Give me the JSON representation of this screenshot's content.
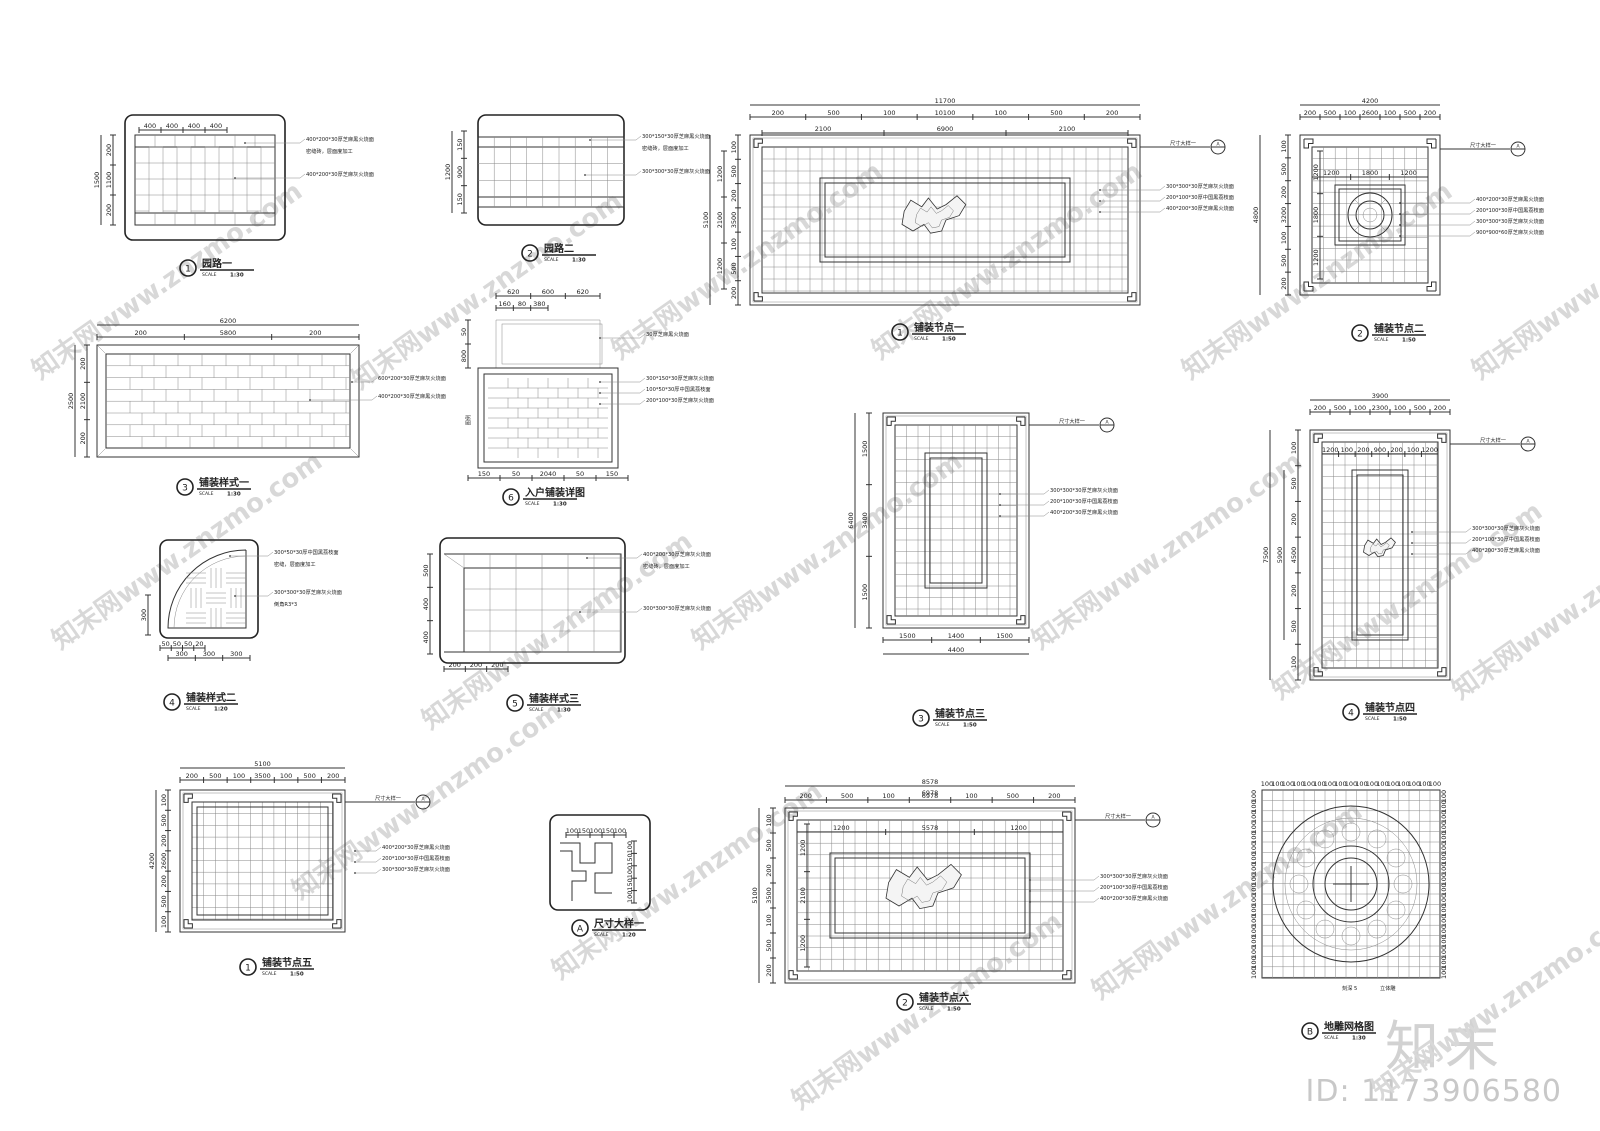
{
  "watermark": {
    "text": "知末网www.znzmo.com",
    "logo": "知末",
    "id_label": "ID: 1173906580"
  },
  "scale_label": "SCALE",
  "details": [
    {
      "key": "d1",
      "num": "1",
      "title": "园路一",
      "scale": "1:30",
      "dims": {
        "top": [
          "400",
          "400",
          "400",
          "400"
        ],
        "left": [
          "200",
          "1100",
          "200"
        ],
        "total_left": "1500"
      },
      "notes": [
        "400*200*30厚芝麻黑火烧面",
        "密缝砖，层面度加工",
        "400*200*30厚芝麻灰火烧面"
      ]
    },
    {
      "key": "d2",
      "num": "2",
      "title": "园路二",
      "scale": "1:30",
      "dims": {
        "left": [
          "150",
          "900",
          "150"
        ],
        "total_left": "1200"
      },
      "notes": [
        "300*150*30厚芝麻黑火烧面",
        "密缝砖，层面度加工",
        "300*300*30厚芝麻灰火烧面"
      ]
    },
    {
      "key": "d3",
      "num": "3",
      "title": "铺装样式一",
      "scale": "1:30",
      "dims": {
        "total_top": "6200",
        "top": [
          "200",
          "5800",
          "200"
        ],
        "left": [
          "200",
          "2100",
          "200"
        ],
        "total_left": "2500"
      },
      "notes": [
        "600*200*30厚芝麻灰火烧面",
        "400*200*30厚芝麻黑火烧面"
      ]
    },
    {
      "key": "d6",
      "num": "6",
      "title": "入户铺装详图",
      "scale": "1:30",
      "dims": {
        "top1": [
          "620",
          "600",
          "620"
        ],
        "top2": [
          "160",
          "80",
          "380"
        ],
        "left": [
          "50",
          "800"
        ],
        "bottom": [
          "150",
          "50",
          "2040",
          "50",
          "150"
        ],
        "side": "图例"
      },
      "notes": [
        "30厚芝麻黑火烧面",
        "300*150*30厚芝麻灰火烧面",
        "100*50*30厚中国黑荔枝面",
        "200*100*30厚芝麻灰火烧面"
      ]
    },
    {
      "key": "d4a",
      "num": "4",
      "title": "铺装样式二",
      "scale": "1:20",
      "dims": {
        "left": [
          "300"
        ],
        "bottom1": [
          "50",
          "50",
          "50",
          "20"
        ],
        "bottom2": [
          "300",
          "300",
          "300"
        ]
      },
      "notes": [
        "300*50*30厚中国黑荔枝面",
        "密缝，层面度加工",
        "300*300*30厚芝麻灰火烧面",
        "倒角R3*3"
      ]
    },
    {
      "key": "d5",
      "num": "5",
      "title": "铺装样式三",
      "scale": "1:30",
      "dims": {
        "left": [
          "500",
          "400",
          "400"
        ],
        "bottom": [
          "200",
          "200",
          "200"
        ]
      },
      "notes": [
        "400*200*30厚芝麻灰火烧面",
        "密缝砖，层面度加工",
        "300*300*30厚芝麻灰火烧面"
      ]
    },
    {
      "key": "n1",
      "num": "1",
      "title": "铺装节点一",
      "scale": "1:50",
      "dims": {
        "total_top": "11700",
        "top": [
          "200",
          "500",
          "100",
          "10100",
          "100",
          "500",
          "200"
        ],
        "inner": [
          "2100",
          "6900",
          "2100"
        ],
        "left": [
          "100",
          "500",
          "200",
          "3500",
          "100",
          "500",
          "200"
        ],
        "total_left": "5100",
        "inner_left": [
          "1200",
          "2100",
          "1200"
        ],
        "small": [
          "100",
          "100",
          "100"
        ]
      },
      "callout": "尺寸大样一",
      "callout_ref": "A",
      "notes": [
        "300*300*30厚芝麻灰火烧面",
        "200*100*30厚中国黑荔枝面",
        "400*200*30厚芝麻黑火烧面"
      ]
    },
    {
      "key": "n2",
      "num": "2",
      "title": "铺装节点二",
      "scale": "1:50",
      "dims": {
        "total_top": "4200",
        "top": [
          "200",
          "500",
          "100",
          "2600",
          "100",
          "500",
          "200"
        ],
        "inner": [
          "1200",
          "1800",
          "1200"
        ],
        "left": [
          "100",
          "500",
          "200",
          "3200",
          "100",
          "500",
          "200"
        ],
        "total_left": "4800",
        "inner_left": [
          "1200",
          "1800",
          "1200"
        ]
      },
      "callout": "尺寸大样一",
      "callout_ref": "A",
      "notes": [
        "400*200*30厚芝麻黑火烧面",
        "200*100*30厚中国黑荔枝面",
        "300*300*30厚芝麻灰火烧面",
        "900*900*60厚芝麻灰火烧面"
      ]
    },
    {
      "key": "n3",
      "num": "3",
      "title": "铺装节点三",
      "scale": "1:50",
      "dims": {
        "left": [
          "1500",
          "3400",
          "1500"
        ],
        "total_left": "6400",
        "bottom": [
          "1500",
          "1400",
          "1500"
        ],
        "total_bottom": "4400"
      },
      "callout": "尺寸大样一",
      "callout_ref": "A",
      "notes": [
        "300*300*30厚芝麻灰火烧面",
        "200*100*30厚中国黑荔枝面",
        "400*200*30厚芝麻黑火烧面"
      ]
    },
    {
      "key": "n4",
      "num": "4",
      "title": "铺装节点四",
      "scale": "1:50",
      "dims": {
        "total_top": "3900",
        "top": [
          "200",
          "500",
          "100",
          "2300",
          "100",
          "500",
          "200"
        ],
        "inner": [
          "1200",
          "100",
          "200",
          "900",
          "200",
          "100",
          "1200"
        ],
        "left": [
          "100",
          "500",
          "200",
          "4500",
          "200",
          "500",
          "100"
        ],
        "inner_left": [
          "5900"
        ],
        "total_left": "7500"
      },
      "callout": "尺寸大样一",
      "callout_ref": "A",
      "notes": [
        "300*300*30厚芝麻灰火烧面",
        "200*100*30厚中国黑荔枝面",
        "400*200*30厚芝麻黑火烧面"
      ]
    },
    {
      "key": "n5",
      "num": "1",
      "title": "铺装节点五",
      "scale": "1:50",
      "dims": {
        "total_top": "5100",
        "top": [
          "200",
          "500",
          "100",
          "3500",
          "100",
          "500",
          "200"
        ],
        "left": [
          "100",
          "500",
          "200",
          "2600",
          "200",
          "500",
          "100"
        ],
        "total_left": "4200"
      },
      "callout": "尺寸大样一",
      "callout_ref": "A",
      "notes": [
        "400*200*30厚芝麻黑火烧面",
        "200*100*30厚中国黑荔枝面",
        "300*300*30厚芝麻灰火烧面"
      ]
    },
    {
      "key": "sA",
      "num": "A",
      "title": "尺寸大样一",
      "scale": "1:20",
      "dims": {
        "top": [
          "100",
          "150",
          "100",
          "150",
          "100"
        ],
        "right": [
          "100",
          "150",
          "100",
          "150",
          "100"
        ]
      }
    },
    {
      "key": "n6",
      "num": "2",
      "title": "铺装节点六",
      "scale": "1:50",
      "dims": {
        "total_top": "8578",
        "top": [
          "200",
          "500",
          "100",
          "6978",
          "100",
          "500",
          "200"
        ],
        "inner": [
          "1200",
          "5578",
          "1200"
        ],
        "left": [
          "100",
          "500",
          "200",
          "3500",
          "100",
          "500",
          "200"
        ],
        "total_left": "5100",
        "inner_left": [
          "1200",
          "2100",
          "1200"
        ],
        "small": [
          "100",
          "100",
          "100"
        ]
      },
      "callout": "尺寸大样一",
      "callout_ref": "A",
      "notes": [
        "300*300*30厚芝麻灰火烧面",
        "200*100*30厚中国黑荔枝面",
        "400*200*30厚芝麻黑火烧面"
      ]
    },
    {
      "key": "gB",
      "num": "B",
      "title": "地雕网格图",
      "scale": "1:30",
      "dims": {
        "grid": "100"
      },
      "notes": [
        "刻深 5",
        "立体雕"
      ]
    }
  ]
}
